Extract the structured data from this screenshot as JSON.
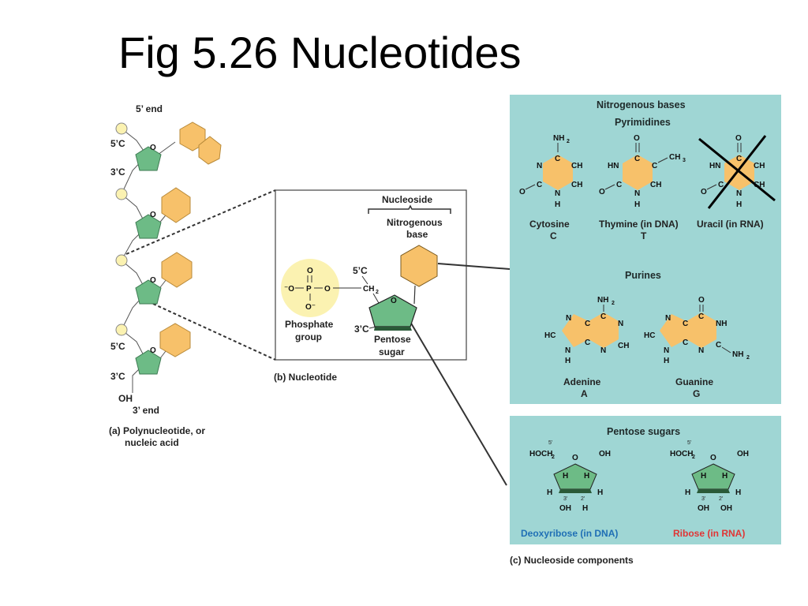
{
  "title": "Fig 5.26 Nucleotides",
  "colors": {
    "panel": "#9fd6d4",
    "base": "#f7c16a",
    "sugar": "#6dbb86",
    "phosphate": "#fbf2b1",
    "dna_blue": "#1f6fb5",
    "rna_red": "#e03535"
  },
  "panel_a": {
    "five_prime_end": "5’ end",
    "three_prime_end": "3’ end",
    "c5_label": "5’C",
    "c3_label": "3’C",
    "o_label": "O",
    "oh_label": "OH",
    "caption_line1": "(a) Polynucleotide, or",
    "caption_line2": "nucleic acid"
  },
  "panel_b": {
    "nucleoside": "Nucleoside",
    "nitrogenous_line1": "Nitrogenous",
    "nitrogenous_line2": "base",
    "c5": "5’C",
    "c3": "3’C",
    "ch2": "CH",
    "ch2_sub": "2",
    "o": "O",
    "phos_o_top": "O",
    "phos_p": "P",
    "phos_left": "⁻O",
    "phos_right": "O",
    "phos_bottom": "O⁻",
    "phosphate_line1": "Phosphate",
    "phosphate_line2": "group",
    "pentose_line1": "Pentose",
    "pentose_line2": "sugar",
    "caption": "(b) Nucleotide"
  },
  "panel_c": {
    "nitrogenous_bases": "Nitrogenous bases",
    "pyrimidines": "Pyrimidines",
    "purines": "Purines",
    "cytosine_name": "Cytosine",
    "cytosine_abbr": "C",
    "thymine_name": "Thymine (in DNA)",
    "thymine_abbr": "T",
    "uracil_name": "Uracil (in RNA)",
    "adenine_name": "Adenine",
    "adenine_abbr": "A",
    "guanine_name": "Guanine",
    "guanine_abbr": "G",
    "pentose_sugars": "Pentose sugars",
    "deoxyribose": "Deoxyribose (in DNA)",
    "ribose": "Ribose (in RNA)",
    "caption": "(c) Nucleoside components"
  },
  "atoms": {
    "N": "N",
    "C": "C",
    "O": "O",
    "H": "H",
    "CH": "CH",
    "HC": "HC",
    "HN": "HN",
    "NH": "NH",
    "NH2": "NH",
    "two": "2",
    "CH3": "CH",
    "three": "3",
    "OH": "OH",
    "HOCH2": "HOCH",
    "p5": "5'",
    "p3": "3'",
    "p2": "2'"
  }
}
